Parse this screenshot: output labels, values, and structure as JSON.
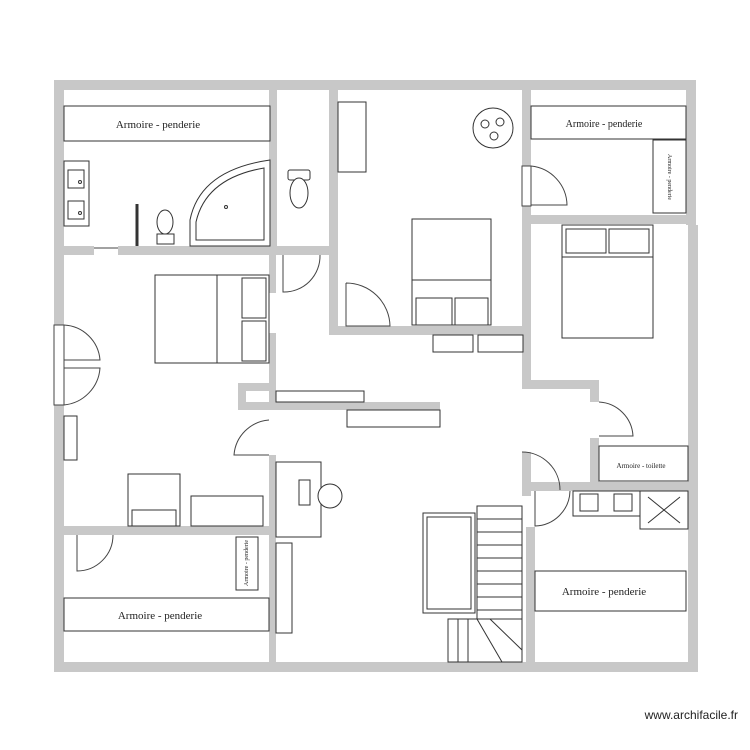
{
  "labels": {
    "wardrobe_1": "Armoire - penderie",
    "wardrobe_2": "Armoire - penderie",
    "wardrobe_3": "Armoire - penderie",
    "wardrobe_4": "Armoire - penderie",
    "closet_small": "Armoire - toilette",
    "shelf_vertical_1": "Armoire - penderie",
    "shelf_vertical_2": "Armoire - penderie"
  },
  "watermark": "www.archifacile.fr",
  "colors": {
    "wall": "#c8c8c8",
    "line": "#333333",
    "furniture_fill": "#ffffff",
    "background": "#ffffff"
  }
}
